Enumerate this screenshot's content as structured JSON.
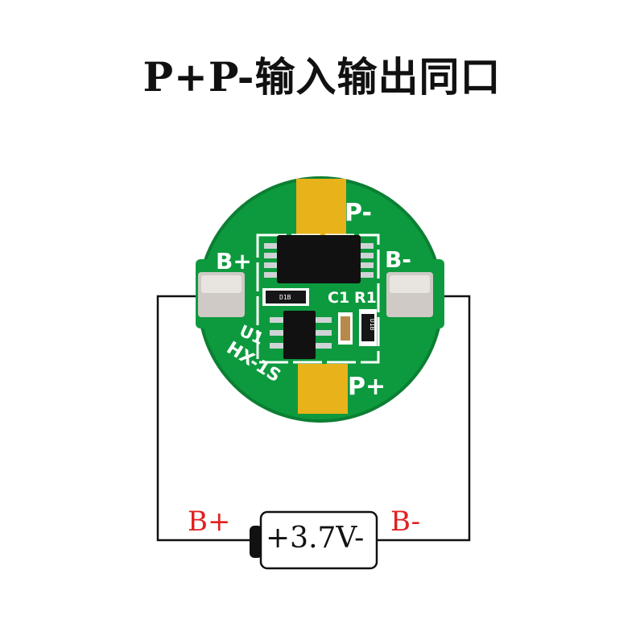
{
  "title": "P+P-输入输出同口",
  "board": {
    "labels": {
      "p_minus": "P-",
      "p_plus": "P+",
      "b_plus": "B+",
      "b_minus": "B-",
      "u1": "U1",
      "c1": "C1",
      "r1": "R1",
      "model": "HX-1S"
    },
    "chip_marks": {
      "mosfet_a": "D1B",
      "resistor": "D1B"
    }
  },
  "circuit": {
    "b_plus_label": "B+",
    "b_minus_label": "B-",
    "battery_label": "+3.7V-"
  },
  "colors": {
    "pcb": "#0d9a3e",
    "pcb_edge": "#0b7f33",
    "gold": "#e8b21a",
    "label_red": "#e02020",
    "wire": "#111111"
  }
}
